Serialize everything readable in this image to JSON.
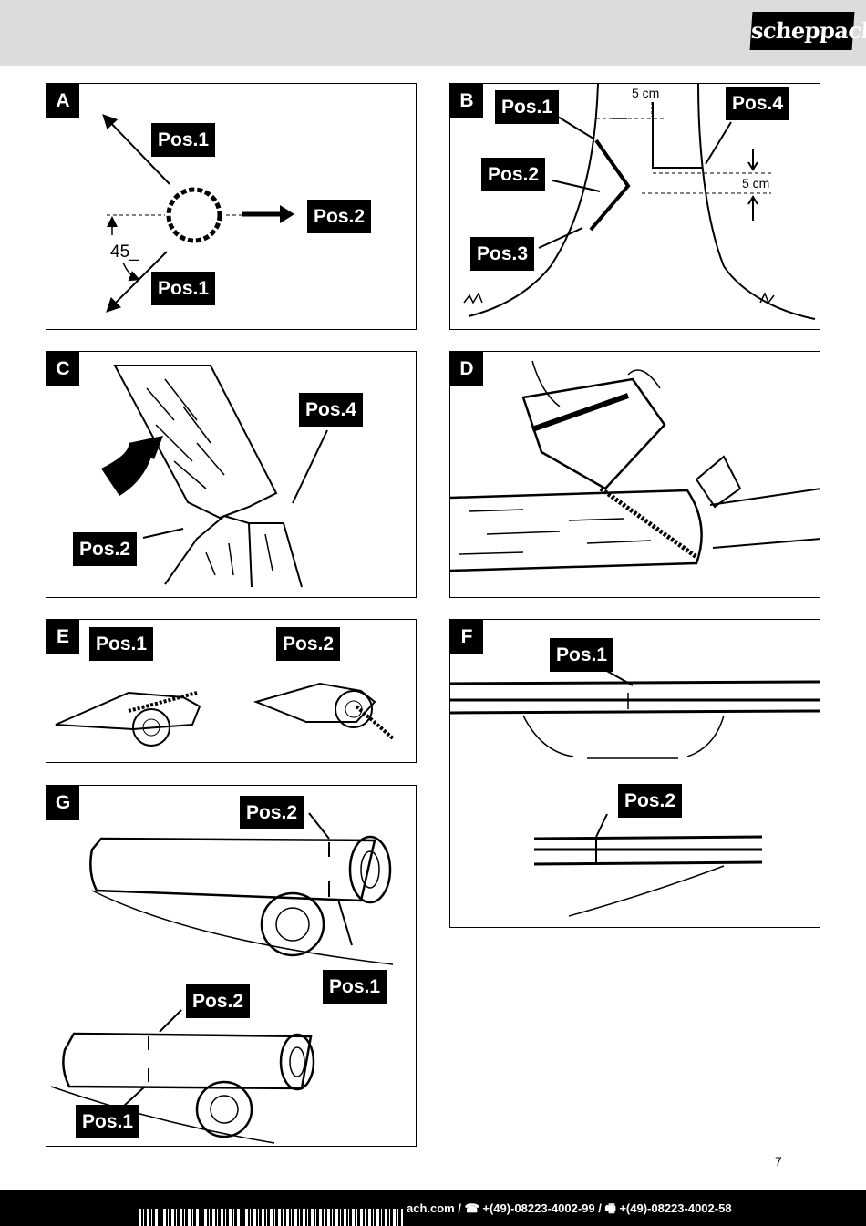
{
  "brand": {
    "logo_text": "scheppach"
  },
  "panels": {
    "a": {
      "letter": "A",
      "pos1_top": "Pos.1",
      "pos2": "Pos.2",
      "pos1_bottom": "Pos.1",
      "angle": "45_"
    },
    "b": {
      "letter": "B",
      "pos1": "Pos.1",
      "pos2": "Pos.2",
      "pos3": "Pos.3",
      "pos4": "Pos.4",
      "dim_top": "5 cm",
      "dim_side": "5 cm"
    },
    "c": {
      "letter": "C",
      "pos4": "Pos.4",
      "pos2": "Pos.2"
    },
    "d": {
      "letter": "D"
    },
    "e": {
      "letter": "E",
      "pos1": "Pos.1",
      "pos2": "Pos.2"
    },
    "f": {
      "letter": "F",
      "pos1": "Pos.1",
      "pos2": "Pos.2"
    },
    "g": {
      "letter": "G",
      "pos2_top": "Pos.2",
      "pos1_top": "Pos.1",
      "pos2_bottom": "Pos.2",
      "pos1_bottom": "Pos.1"
    }
  },
  "page_number": "7",
  "footer": {
    "contact": "ach.com / ☎ +(49)-08223-4002-99 / 🖷 +(49)-08223-4002-58"
  },
  "colors": {
    "header_bg": "#dcdcdc",
    "label_bg": "#000000",
    "label_text": "#ffffff"
  }
}
